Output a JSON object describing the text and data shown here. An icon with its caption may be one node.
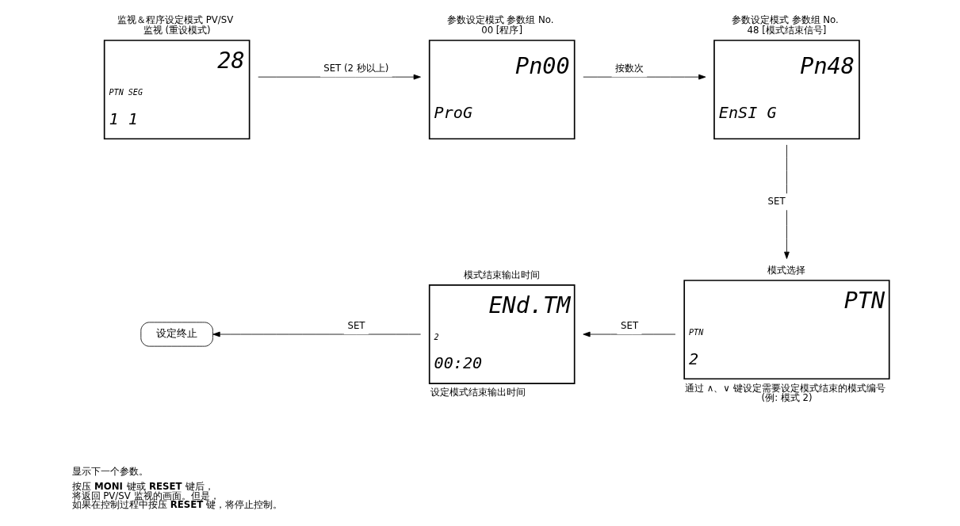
{
  "diagram": {
    "nodes": [
      {
        "text": [
          "28",
          "PTN SEG",
          "1 1"
        ],
        "beside": [
          "监视＆程序设定模式 PV/SV 监视 (重设模式)"
        ]
      },
      {
        "text": [
          "Pn00",
          "ProG"
        ],
        "beside": [
          "参数设定模式 参数组 No. 00 [程序]"
        ]
      },
      {
        "text": [
          "Pn48",
          "EnSI G"
        ],
        "beside": [
          "参数设定模式 参数组 No. 48 [模式结束信号]"
        ]
      },
      {
        "text": [
          "PTN",
          "PTN",
          "2"
        ],
        "beside": [
          "模式选择",
          "通过 ∧、∨ 键设定需要设定模式结束的模式编号 (例: 模式 2)"
        ]
      },
      {
        "text": [
          "ENd.TM",
          "2",
          "00:20"
        ],
        "beside": [
          "模式结束输出时间",
          "设定模式结束输出时间"
        ]
      },
      {
        "text": [
          "设定终止"
        ]
      }
    ],
    "edges": [
      {
        "from": 0,
        "to": 1,
        "arrow": "to",
        "label": "SET (2 秒以上)"
      },
      {
        "from": 1,
        "to": 2,
        "arrow": "to",
        "label": "按数次"
      },
      {
        "from": 2,
        "to": 3,
        "arrow": "to",
        "label": "SET"
      },
      {
        "from": 3,
        "to": 4,
        "arrow": "to",
        "label": "SET"
      },
      {
        "from": 4,
        "to": 5,
        "arrow": "to",
        "label": "SET"
      }
    ],
    "labels": [
      "显示下一个参数。",
      "按压 **MONI** 键或 **RESET** 键后，将返回 PV/SV 监视的画面。但是，如果在控制过程中按压 **RESET** 键，将停止控制。"
    ]
  }
}
